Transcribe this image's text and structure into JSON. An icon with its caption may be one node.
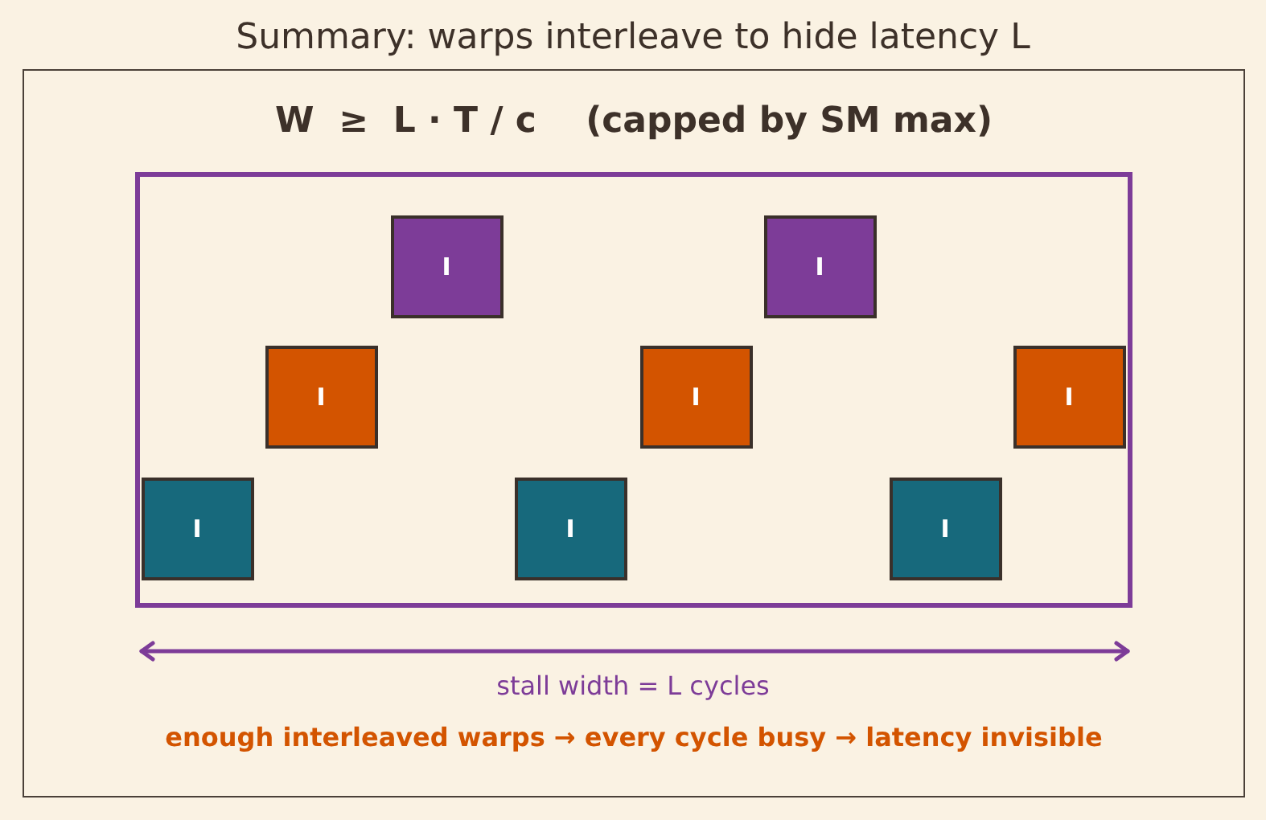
{
  "diagram": {
    "title": "Summary: warps interleave to hide latency L",
    "nodes": [
      {
        "text": [
          "W  ≥  L · T / c    (capped by SM max)",
          "enough interleaved warps → every cycle busy → latency invisible"
        ]
      },
      {
        "text": [],
        "shape": "box",
        "in": 0
      },
      {
        "text": [
          "I"
        ],
        "in": 1
      },
      {
        "text": [
          "I"
        ],
        "in": 1
      },
      {
        "text": [
          "I"
        ],
        "in": 1
      },
      {
        "text": [
          "I"
        ],
        "in": 1
      },
      {
        "text": [
          "I"
        ],
        "in": 1
      },
      {
        "text": [
          "I"
        ],
        "in": 1
      },
      {
        "text": [
          "I"
        ],
        "in": 1
      },
      {
        "text": [
          "I"
        ],
        "in": 1
      }
    ],
    "labels": [
      "stall width = L cycles"
    ]
  }
}
